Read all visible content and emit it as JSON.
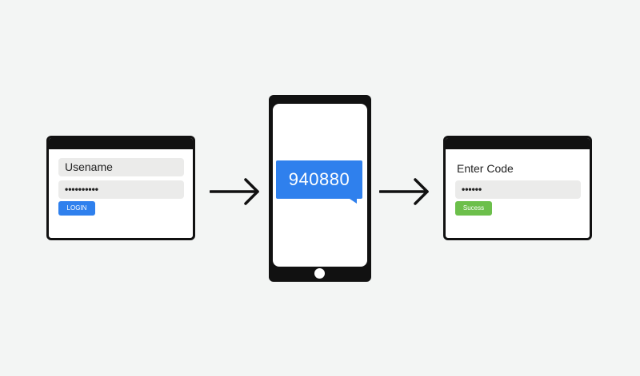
{
  "login_window": {
    "username_label": "Usename",
    "password_value": "••••••••••",
    "login_button": "LOGIN"
  },
  "phone": {
    "sms_code": "940880"
  },
  "verify_window": {
    "title": "Enter Code",
    "code_value": "••••••",
    "success_button": "Sucess"
  },
  "colors": {
    "background": "#f3f5f4",
    "primary_blue": "#2f80ed",
    "success_green": "#6cbf4b",
    "frame_black": "#111111",
    "field_gray": "#ebebea"
  }
}
